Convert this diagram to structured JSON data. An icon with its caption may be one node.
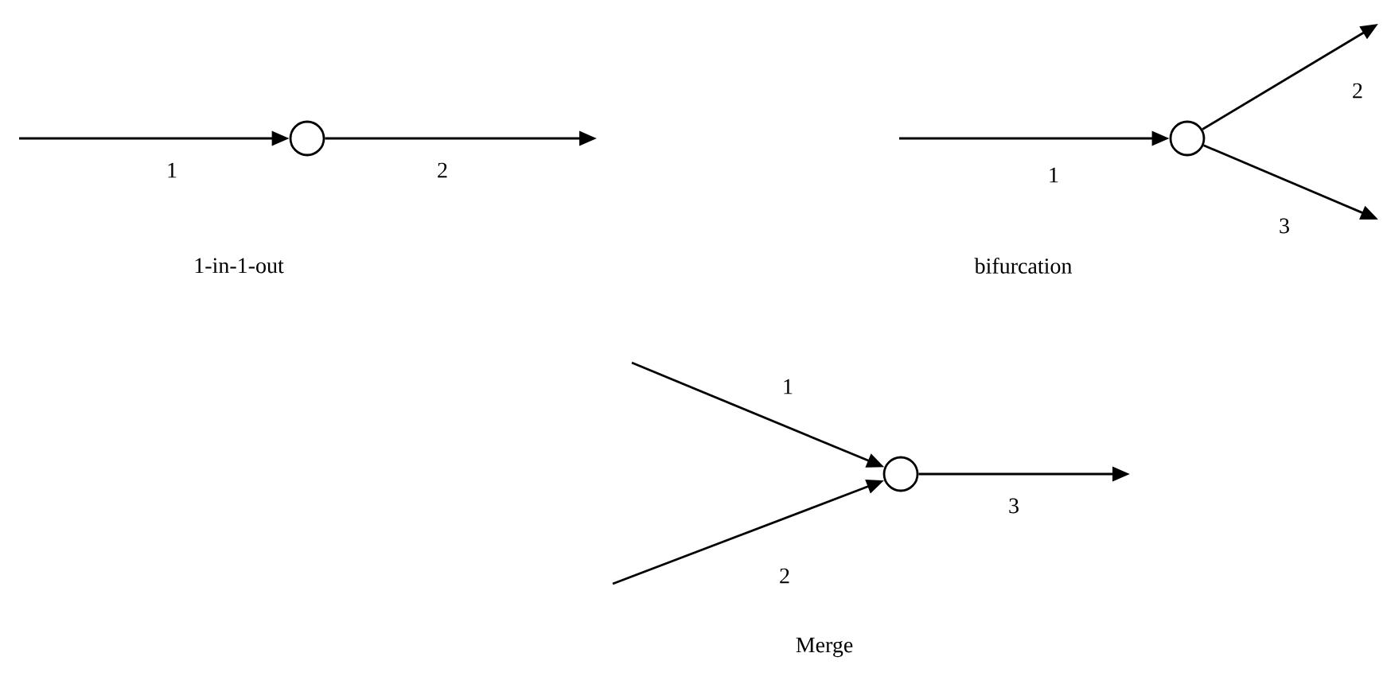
{
  "diagram": {
    "nodes": [
      {
        "text": [],
        "shape": "circle"
      },
      {
        "text": [],
        "shape": "circle"
      },
      {
        "text": [],
        "shape": "circle"
      }
    ],
    "edges": [
      {
        "from": null,
        "to": 0,
        "arrow": "to",
        "label": "1"
      },
      {
        "from": 0,
        "to": null,
        "arrow": "to",
        "label": "2"
      },
      {
        "from": null,
        "to": 1,
        "arrow": "to",
        "label": "1"
      },
      {
        "from": 1,
        "to": null,
        "arrow": "to",
        "label": "2"
      },
      {
        "from": 1,
        "to": null,
        "arrow": "to",
        "label": "3"
      },
      {
        "from": null,
        "to": 2,
        "arrow": "to",
        "label": "1"
      },
      {
        "from": null,
        "to": 2,
        "arrow": "to",
        "label": "2"
      },
      {
        "from": 2,
        "to": null,
        "arrow": "to",
        "label": "3"
      }
    ],
    "labels": [
      "1-in-1-out",
      "bifurcation",
      "Merge"
    ]
  }
}
